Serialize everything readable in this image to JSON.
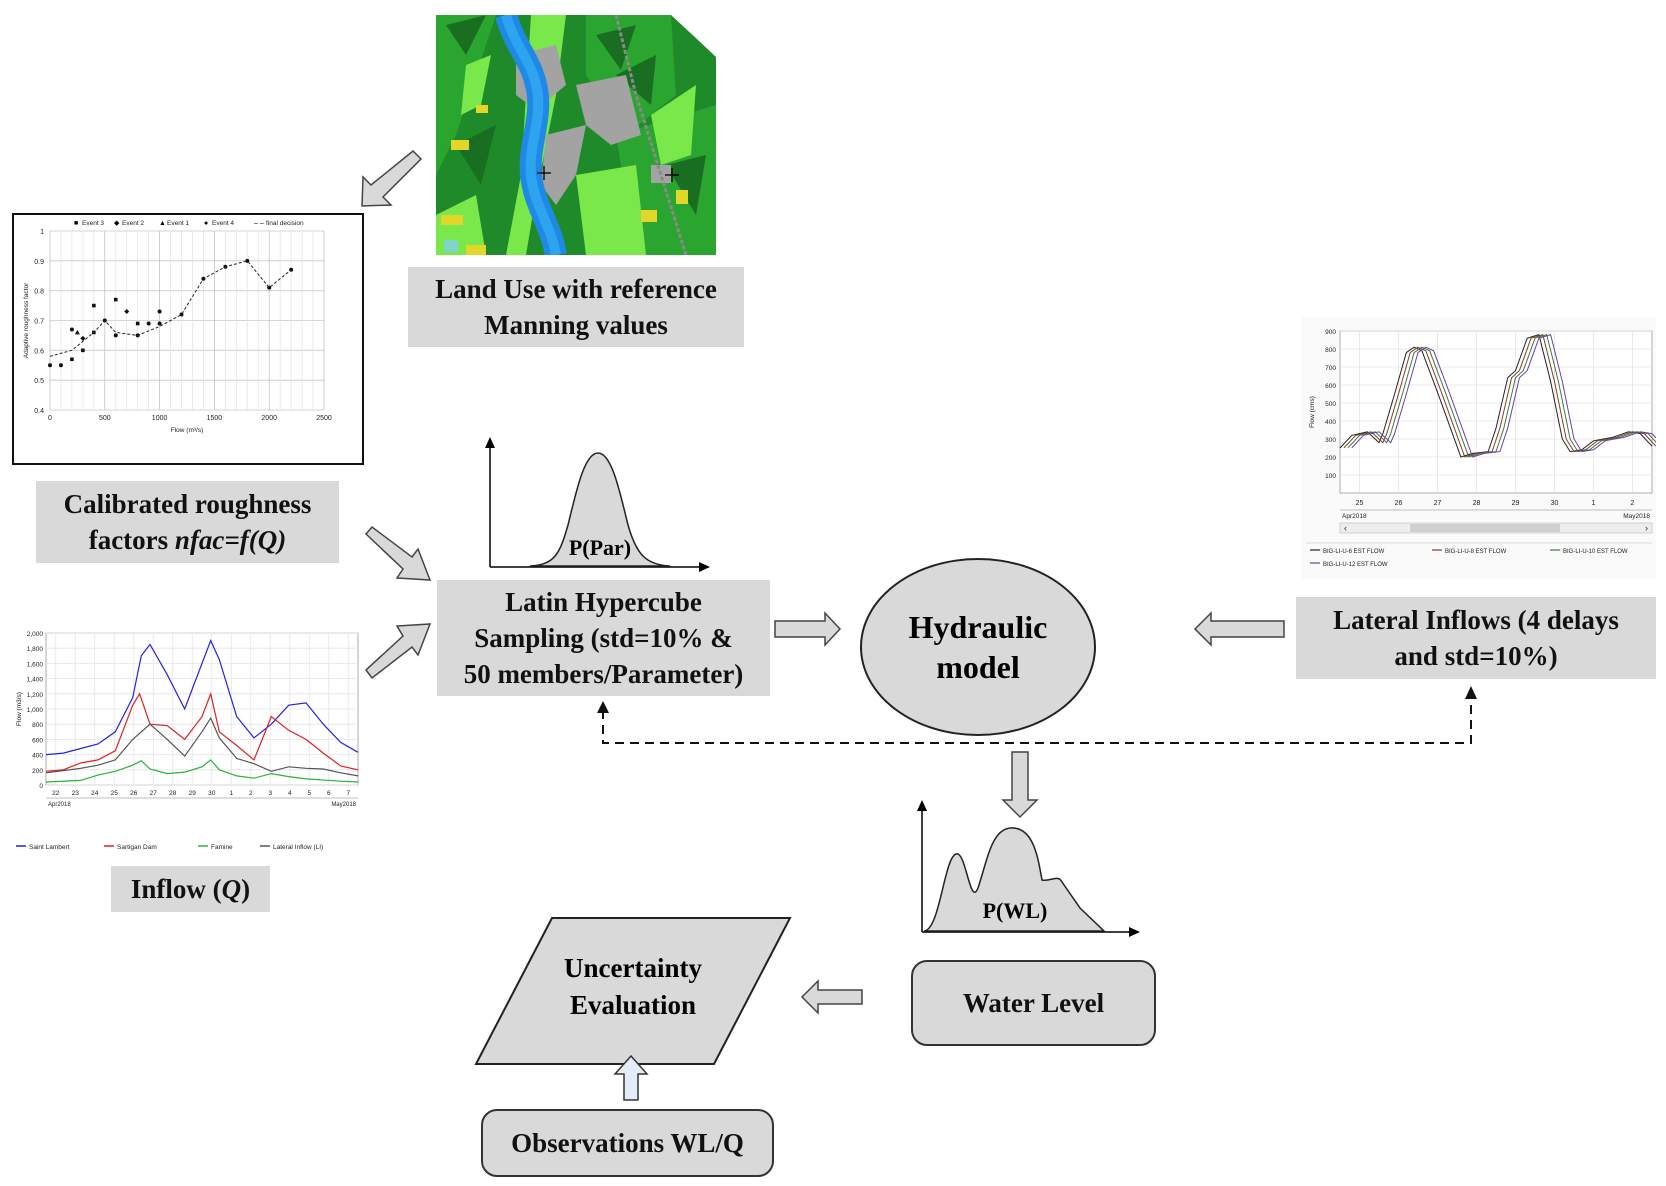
{
  "boxes": {
    "land_use": "Land Use with reference Manning values",
    "land_use_l1": "Land Use with reference",
    "land_use_l2": "Manning values",
    "roughness_l1": "Calibrated roughness",
    "roughness_l2a": "factors ",
    "roughness_l2b": "nfac=f(Q)",
    "inflow_a": "Inflow (",
    "inflow_b": "Q",
    "inflow_c": ")",
    "lhs_l1": "Latin Hypercube",
    "lhs_l2": "Sampling (std=10% &",
    "lhs_l3": "50 members/Parameter)",
    "hydraulic_l1": "Hydraulic",
    "hydraulic_l2": "model",
    "lateral_l1": "Lateral Inflows (4 delays",
    "lateral_l2": "and std=10%)",
    "water_level": "Water Level",
    "uncertainty_l1": "Uncertainty",
    "uncertainty_l2": "Evaluation",
    "observations": "Observations WL/Q"
  },
  "distributions": {
    "par_label": "P(Par)",
    "wl_label": "P(WL)"
  },
  "roughness_chart": {
    "legend": [
      "Event 3",
      "Event 2",
      "Event 1",
      "Event 4",
      "final decision"
    ],
    "ylabel": "Adaptive roughness factor",
    "xlabel": "Flow (m³/s)",
    "yticks": [
      "1",
      "0.9",
      "0.8",
      "0.7",
      "0.6",
      "0.5",
      "0.4"
    ],
    "xticks": [
      "0",
      "500",
      "1000",
      "1500",
      "2000",
      "2500"
    ]
  },
  "inflow_chart": {
    "ylabel": "Flow (m3/s)",
    "yticks": [
      "2,000",
      "1,800",
      "1,600",
      "1,400",
      "1,200",
      "1,000",
      "800",
      "600",
      "400",
      "200",
      "0"
    ],
    "xticks": [
      "22",
      "23",
      "24",
      "25",
      "26",
      "27",
      "28",
      "29",
      "30",
      "1",
      "2",
      "3",
      "4",
      "5",
      "6",
      "7"
    ],
    "month_left": "Apr2018",
    "month_right": "May2018",
    "legend": [
      "Saint Lambert",
      "Sartigan Dam",
      "Famine",
      "Lateral Inflow (LI)"
    ],
    "colors": [
      "#2323e0",
      "#e02020",
      "#29b33a",
      "#555555"
    ]
  },
  "lateral_chart": {
    "ylabel": "Flow (cms)",
    "yticks": [
      "900",
      "800",
      "700",
      "600",
      "500",
      "400",
      "300",
      "200",
      "100"
    ],
    "xticks": [
      "25",
      "26",
      "27",
      "28",
      "29",
      "30",
      "1",
      "2"
    ],
    "month_left": "Apr2018",
    "month_right": "May2018",
    "legend": [
      "BIG-LI-U-6 EST FLOW",
      "BIG-LI-U-8 EST FLOW",
      "BIG-LI-U-10 EST FLOW",
      "BIG-LI-U-12 EST FLOW"
    ]
  }
}
